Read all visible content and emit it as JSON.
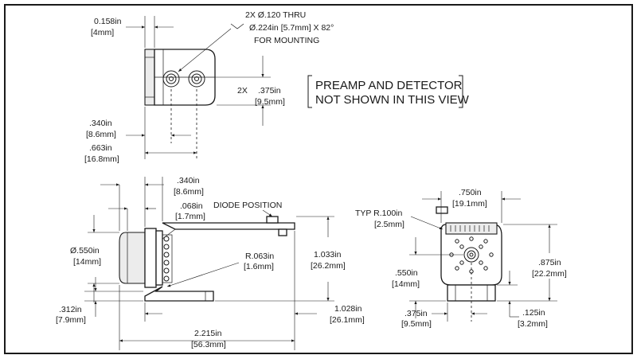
{
  "diagram": {
    "top_view": {
      "thickness": [
        "0.158in",
        "[4mm]"
      ],
      "hole_note": [
        "2X Ø.120 THRU",
        "Ø.224in [5.7mm] X 82°",
        "FOR MOUNTING"
      ],
      "hole_spacing": [
        "2X",
        ".375in",
        "[9.5mm]"
      ],
      "first_hole": [
        ".340in",
        "[8.6mm]"
      ],
      "second_hole": [
        ".663in",
        "[16.8mm]"
      ]
    },
    "preamp_note": [
      "PREAMP AND DETECTOR",
      "NOT SHOWN IN THIS VIEW"
    ],
    "side_view": {
      "face_offset": [
        ".340in",
        "[8.6mm]"
      ],
      "diode_offset": [
        ".068in",
        "[1.7mm]"
      ],
      "diode_label": "DIODE POSITION",
      "diameter": [
        "Ø.550in",
        "[14mm]"
      ],
      "radius": [
        "R.063in",
        "[1.6mm]"
      ],
      "height": [
        "1.033in",
        "[26.2mm]"
      ],
      "base_height": [
        ".312in",
        "[7.9mm]"
      ],
      "length": [
        "1.028in",
        "[26.1mm]"
      ],
      "overall_length": [
        "2.215in",
        "[56.3mm]"
      ]
    },
    "end_view": {
      "width": [
        ".750in",
        "[19.1mm]"
      ],
      "corner_radius": [
        "TYP  R.100in",
        "[2.5mm]"
      ],
      "center_height": [
        ".550in",
        "[14mm]"
      ],
      "total_height": [
        ".875in",
        "[22.2mm]"
      ],
      "foot_width": [
        ".375in",
        "[9.5mm]"
      ],
      "foot_height": [
        ".125in",
        "[3.2mm]"
      ]
    }
  }
}
